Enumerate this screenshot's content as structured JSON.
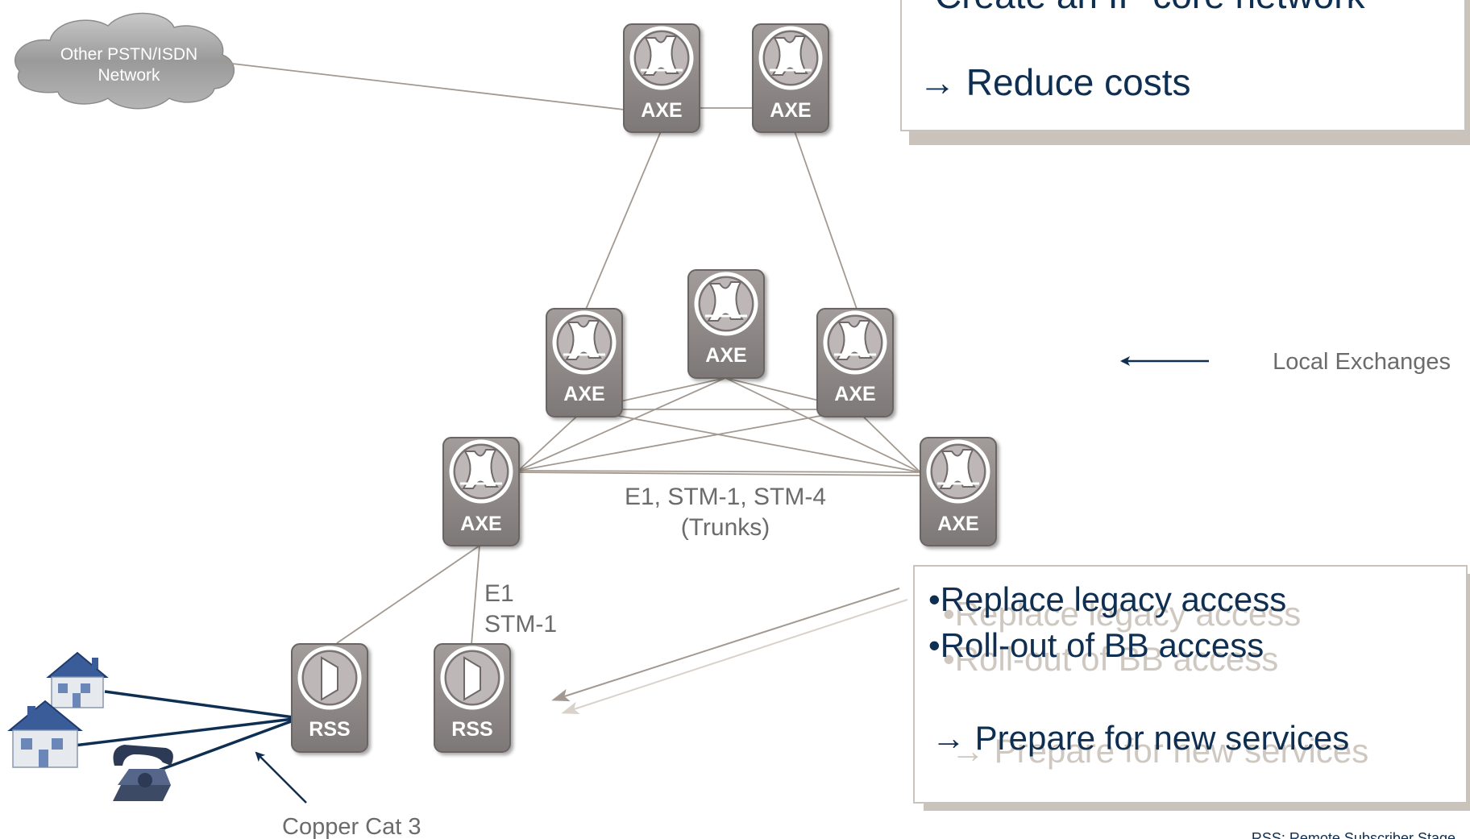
{
  "cloud": {
    "line1": "Other PSTN/ISDN",
    "line2": "Network"
  },
  "nodes": {
    "axe_label": "AXE",
    "rss_label": "RSS"
  },
  "labels": {
    "local_exchanges": "Local Exchanges",
    "trunks_line1": "E1, STM-1, STM-4",
    "trunks_line2": "(Trunks)",
    "access_line1": "E1",
    "access_line2": "STM-1",
    "copper": "Copper Cat 3",
    "footnote": "RSS: Remote Subscriber Stage"
  },
  "callout_top": {
    "line1": "Create an IP core network",
    "line2": "→ Reduce costs"
  },
  "callout_bottom": {
    "bullet1": "•Replace legacy access",
    "bullet2": "•Roll-out of BB access",
    "conclusion": "→ Prepare for new services"
  },
  "colors": {
    "node_fill": "#8a8584",
    "node_dark": "#6f6a69",
    "link_line": "#a39990",
    "subscriber_line": "#0f2f52",
    "arrow_dark": "#0f2f52",
    "callout_text": "#0f2f52",
    "callout_shadow": "#c9c3bc",
    "label_gray": "#6b6b6b"
  }
}
